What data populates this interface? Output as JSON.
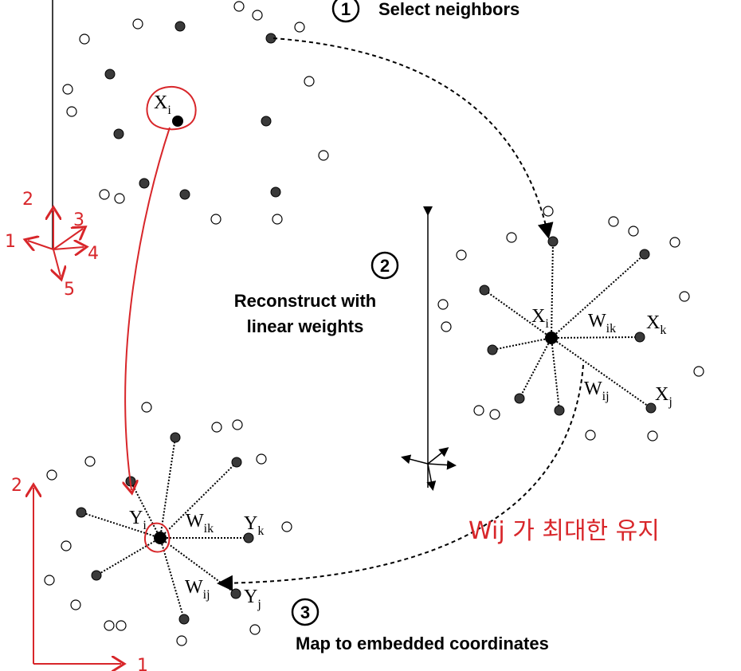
{
  "steps": {
    "step1": {
      "number": "1",
      "label": "Select neighbors"
    },
    "step2": {
      "number": "2",
      "label_line1": "Reconstruct with",
      "label_line2": "linear weights"
    },
    "step3": {
      "number": "3",
      "label": "Map to embedded coordinates"
    }
  },
  "panel_step2": {
    "center": {
      "base": "X",
      "sub": "i"
    },
    "neighbor_k": {
      "base": "X",
      "sub": "k"
    },
    "neighbor_j": {
      "base": "X",
      "sub": "j"
    },
    "weight_ik": {
      "base": "W",
      "sub": "ik"
    },
    "weight_ij": {
      "base": "W",
      "sub": "ij"
    }
  },
  "panel_step1": {
    "center": {
      "base": "X",
      "sub": "i"
    }
  },
  "panel_step3": {
    "center": {
      "base": "Y",
      "sub": "i"
    },
    "neighbor_k": {
      "base": "Y",
      "sub": "k"
    },
    "neighbor_j": {
      "base": "Y",
      "sub": "j"
    },
    "weight_ik": {
      "base": "W",
      "sub": "ik"
    },
    "weight_ij": {
      "base": "W",
      "sub": "ij"
    }
  },
  "handwritten": {
    "note": "Wij 가 최대한 유지",
    "axis_digits": [
      "1",
      "2",
      "3",
      "4",
      "5"
    ],
    "embed_axis_digits": [
      "2",
      "1"
    ]
  },
  "colors": {
    "annotation_red": "#d8262a",
    "neighbor_fill": "#3a3a3a",
    "open_fill": "#ffffff"
  }
}
